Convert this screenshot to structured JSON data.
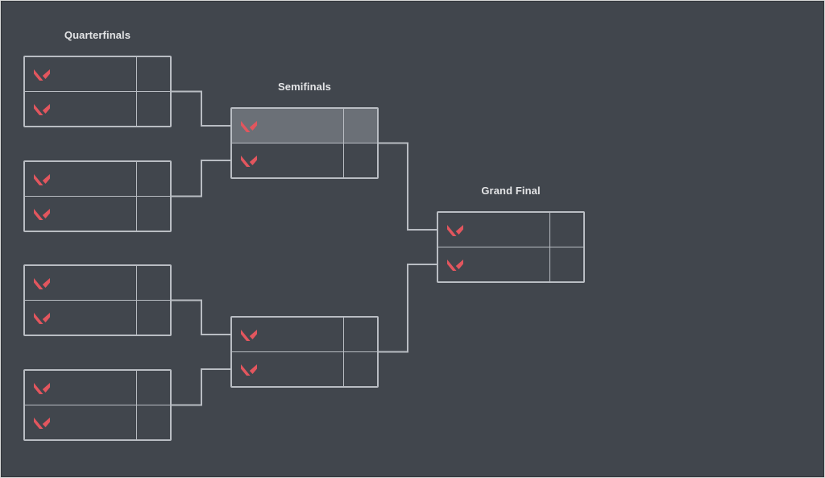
{
  "colors": {
    "background": "#41464d",
    "line": "#b9bdc3",
    "highlight": "#6b7077",
    "logo": "#e2565e",
    "title": "#e3e4e6"
  },
  "team_icon": "valorant-v-logo",
  "rounds": [
    {
      "title": "Quarterfinals",
      "matches": [
        {
          "slots": [
            {
              "team": "",
              "score": "",
              "highlight": false
            },
            {
              "team": "",
              "score": "",
              "highlight": false
            }
          ]
        },
        {
          "slots": [
            {
              "team": "",
              "score": "",
              "highlight": false
            },
            {
              "team": "",
              "score": "",
              "highlight": false
            }
          ]
        },
        {
          "slots": [
            {
              "team": "",
              "score": "",
              "highlight": false
            },
            {
              "team": "",
              "score": "",
              "highlight": false
            }
          ]
        },
        {
          "slots": [
            {
              "team": "",
              "score": "",
              "highlight": false
            },
            {
              "team": "",
              "score": "",
              "highlight": false
            }
          ]
        }
      ]
    },
    {
      "title": "Semifinals",
      "matches": [
        {
          "slots": [
            {
              "team": "",
              "score": "",
              "highlight": true
            },
            {
              "team": "",
              "score": "",
              "highlight": false
            }
          ]
        },
        {
          "slots": [
            {
              "team": "",
              "score": "",
              "highlight": false
            },
            {
              "team": "",
              "score": "",
              "highlight": false
            }
          ]
        }
      ]
    },
    {
      "title": "Grand Final",
      "matches": [
        {
          "slots": [
            {
              "team": "",
              "score": "",
              "highlight": false
            },
            {
              "team": "",
              "score": "",
              "highlight": false
            }
          ]
        }
      ]
    }
  ]
}
